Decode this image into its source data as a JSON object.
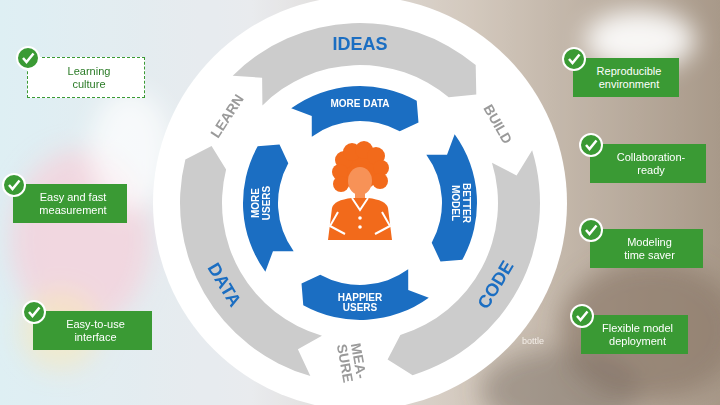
{
  "diagram": {
    "nodes": [
      {
        "text": [
          "Learning culture"
        ]
      },
      {
        "text": [
          "Easy and fast measurement"
        ]
      },
      {
        "text": [
          "Easy-to-use interface"
        ]
      },
      {
        "text": [
          "IDEAS"
        ]
      },
      {
        "text": [
          "MORE DATA"
        ]
      },
      {
        "text": [
          "BETTER MODEL"
        ]
      },
      {
        "text": [
          "HAPPIER USERS"
        ]
      },
      {
        "text": [
          "MORE USERS"
        ]
      },
      {
        "text": [
          "CODE"
        ]
      },
      {
        "text": [
          "DATA"
        ]
      },
      {
        "text": [
          "Reproducible environment"
        ]
      },
      {
        "text": [
          "Collaboration-ready"
        ]
      },
      {
        "text": [
          "Modeling time saver"
        ]
      },
      {
        "text": [
          "Flexible model deployment"
        ]
      }
    ],
    "labels": [
      "LEARN",
      "BUILD",
      "MEA- SURE",
      "bottle"
    ]
  }
}
